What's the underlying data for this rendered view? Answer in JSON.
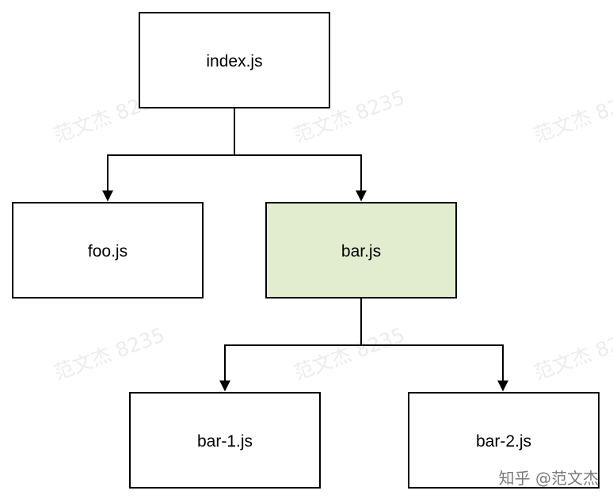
{
  "diagram": {
    "nodes": [
      {
        "id": "index",
        "label": "index.js",
        "fill": "#ffffff"
      },
      {
        "id": "foo",
        "label": "foo.js",
        "fill": "#ffffff"
      },
      {
        "id": "bar",
        "label": "bar.js",
        "fill": "#e2edcf"
      },
      {
        "id": "bar1",
        "label": "bar-1.js",
        "fill": "#ffffff"
      },
      {
        "id": "bar2",
        "label": "bar-2.js",
        "fill": "#ffffff"
      }
    ],
    "edges": [
      {
        "from": "index",
        "to": "foo"
      },
      {
        "from": "index",
        "to": "bar"
      },
      {
        "from": "bar",
        "to": "bar1"
      },
      {
        "from": "bar",
        "to": "bar2"
      }
    ]
  },
  "watermark": {
    "text": "范文杰 8235"
  },
  "credit": {
    "text": "知乎 @范文杰"
  },
  "colors": {
    "stroke": "#000000",
    "highlight": "#e2edcf"
  }
}
